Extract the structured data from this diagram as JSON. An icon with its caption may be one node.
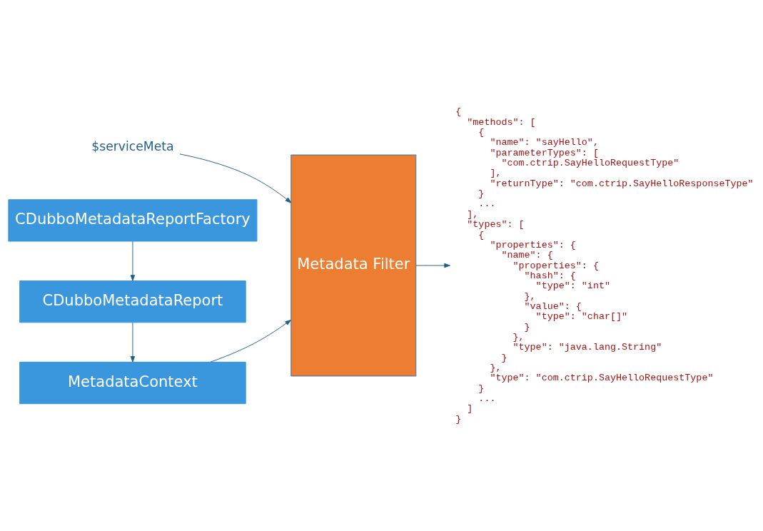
{
  "diagram": {
    "nodes": [
      {
        "text": [
          "$serviceMeta"
        ]
      },
      {
        "text": [
          "CDubboMetadataReportFactory"
        ]
      },
      {
        "text": [
          "CDubboMetadataReport"
        ]
      },
      {
        "text": [
          "MetadataContext"
        ]
      },
      {
        "text": [
          "Metadata Filter"
        ]
      },
      {
        "text": [
          "{",
          "\"methods\": [",
          "{",
          "\"name\": \"sayHello\",",
          "\"parameterTypes\": [",
          "\"com.ctrip.SayHelloRequestType\"",
          "],",
          "\"returnType\": \"com.ctrip.SayHelloResponseType\"",
          "}",
          "...",
          "],",
          "\"types\": [",
          "{",
          "\"properties\": {",
          "\"name\": {",
          "\"properties\": {",
          "\"hash\": {",
          "\"type\": \"int\"",
          "},",
          "\"value\": {",
          "\"type\": \"char[]\"",
          "}",
          "},",
          "\"type\": \"java.lang.String\"",
          "}",
          "},",
          "\"type\": \"com.ctrip.SayHelloRequestType\"",
          "}",
          "...",
          "]",
          "}"
        ]
      }
    ],
    "edges": [
      {
        "from": 0,
        "to": 4,
        "arrow": "to"
      },
      {
        "from": 1,
        "to": 2,
        "arrow": "to"
      },
      {
        "from": 2,
        "to": 3,
        "arrow": "to"
      },
      {
        "from": 3,
        "to": 4,
        "arrow": "to"
      },
      {
        "from": 4,
        "to": 5,
        "arrow": "to"
      }
    ]
  }
}
